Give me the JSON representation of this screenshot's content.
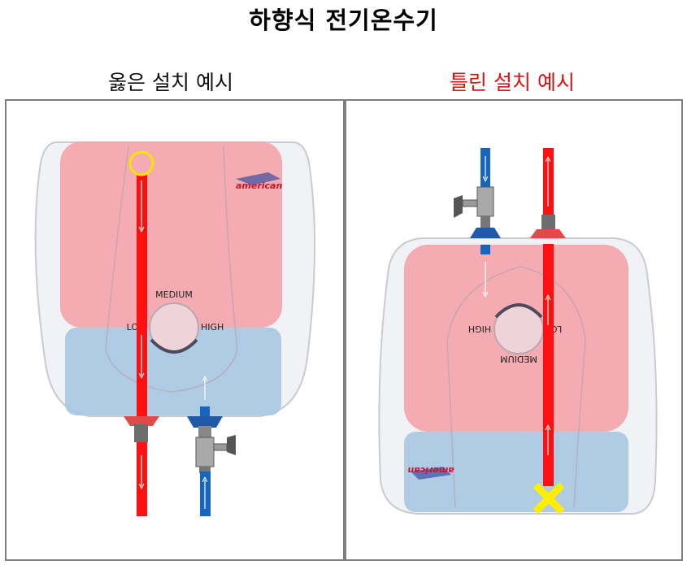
{
  "title": "하향식 전기온수기",
  "correct_label": "옳은 설치 예시",
  "wrong_label": "틀린 설치 예시",
  "dial": {
    "medium": "MEDIUM",
    "low": "LO",
    "high": "HIGH"
  },
  "brand": "american",
  "colors": {
    "hot": "#ff1010",
    "cold": "#1565c0",
    "hot_zone": "#f4a3ab",
    "cold_zone": "#a9c8e2",
    "error_mark": "#ffee00",
    "highlight_circle": "#f2e600",
    "wrong_label": "#e01010"
  }
}
